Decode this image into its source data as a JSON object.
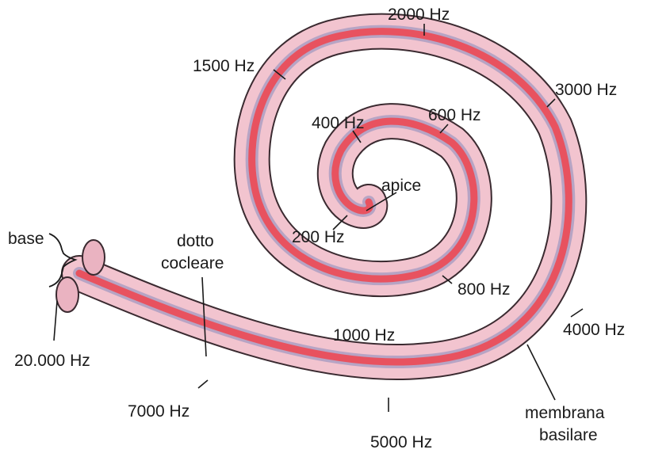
{
  "labels": {
    "hz_2000": "2000 Hz",
    "hz_1500": "1500 Hz",
    "hz_3000": "3000 Hz",
    "hz_400": "400 Hz",
    "hz_600": "600 Hz",
    "apice": "apice",
    "base": "base",
    "dotto_line1": "dotto",
    "dotto_line2": "cocleare",
    "hz_200": "200 Hz",
    "hz_800": "800 Hz",
    "hz_1000": "1000 Hz",
    "hz_4000": "4000 Hz",
    "hz_20000": "20.000 Hz",
    "hz_7000": "7000 Hz",
    "membrana_line1": "membrana",
    "membrana_line2": "basilare",
    "hz_5000": "5000 Hz"
  },
  "colors": {
    "duct_fill": "#f2c4cf",
    "duct_outline": "#3a2a30",
    "basilar_red": "#e8525f",
    "inner_lilac": "#b7a4c4",
    "tube_end": "#eab3c1",
    "text": "#1a1a1a"
  }
}
